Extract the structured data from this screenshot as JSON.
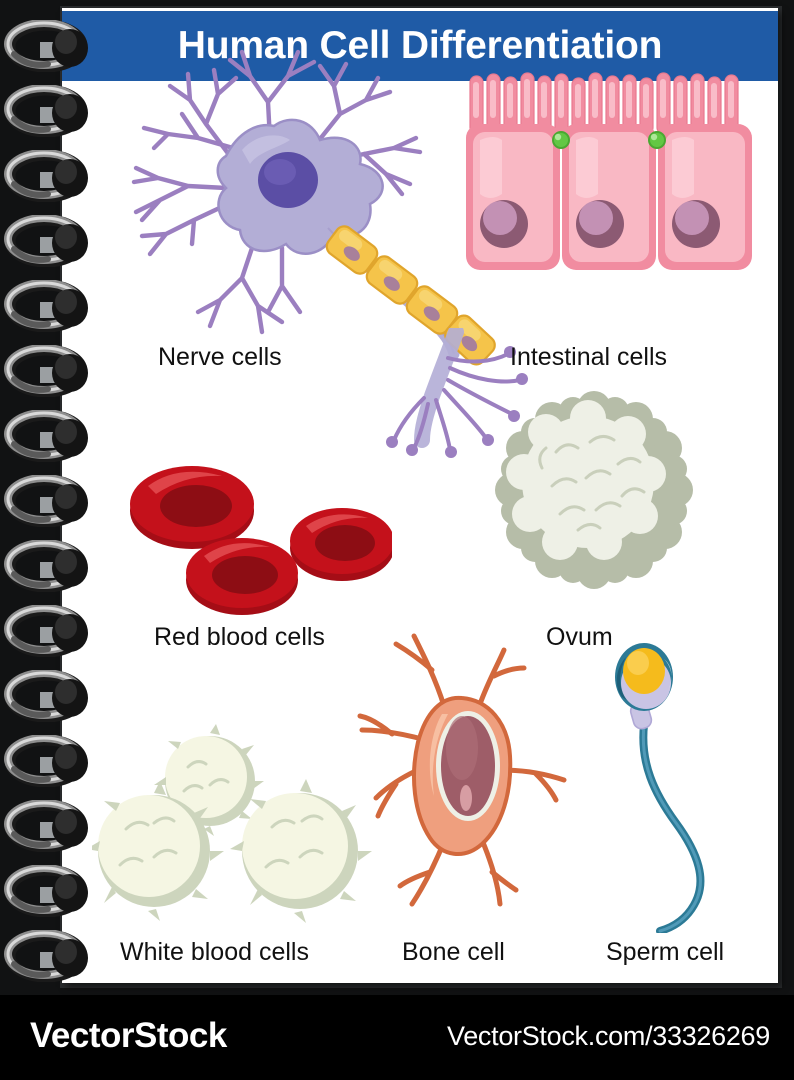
{
  "header": {
    "title": "Human Cell Differentiation",
    "banner_color": "#1f5ba6",
    "title_color": "#ffffff"
  },
  "page": {
    "background_color": "#ffffff",
    "frame_color": "#111213",
    "binding": {
      "type": "spiral-wire",
      "ring_count": 15,
      "ring_color": "#3a3a3a"
    }
  },
  "cells": [
    {
      "id": "nerve",
      "label": "Nerve cells",
      "colors": {
        "body": "#b3aed6",
        "nucleus": "#5b4ea5",
        "dendrite": "#9b7fc0",
        "myelin": "#f5c44a"
      }
    },
    {
      "id": "intestinal",
      "label": "Intestinal cells",
      "colors": {
        "body": "#f7a9b8",
        "inner": "#f9bcc7",
        "nucleus": "#8c5a73",
        "nucleolus": "#c391b4",
        "junction": "#63c744"
      }
    },
    {
      "id": "red-blood",
      "label": "Red blood cells",
      "colors": {
        "body": "#c4111b",
        "center": "#8d0d14",
        "highlight": "#e04a4a"
      }
    },
    {
      "id": "ovum",
      "label": "Ovum",
      "colors": {
        "body": "#eef0e6",
        "corona": "#b6bda8",
        "shade": "#cdd3c0"
      }
    },
    {
      "id": "white-blood",
      "label": "White blood cells",
      "colors": {
        "body": "#f5f6e3",
        "edge": "#cdd5bd"
      }
    },
    {
      "id": "bone",
      "label": "Bone cell",
      "colors": {
        "body": "#ef9f7e",
        "edge": "#d2683c",
        "nucleus": "#9e5d68",
        "nucleus_ring": "#eef0e6"
      }
    },
    {
      "id": "sperm",
      "label": "Sperm cell",
      "colors": {
        "head": "#2c7a96",
        "nucleus": "#f5bb1c",
        "mid": "#c9c4e4",
        "tail": "#3a7fa0"
      }
    }
  ],
  "footer": {
    "brand": "VectorStock",
    "url": "VectorStock.com/33326269",
    "background_color": "#000000",
    "text_color": "#ffffff"
  }
}
